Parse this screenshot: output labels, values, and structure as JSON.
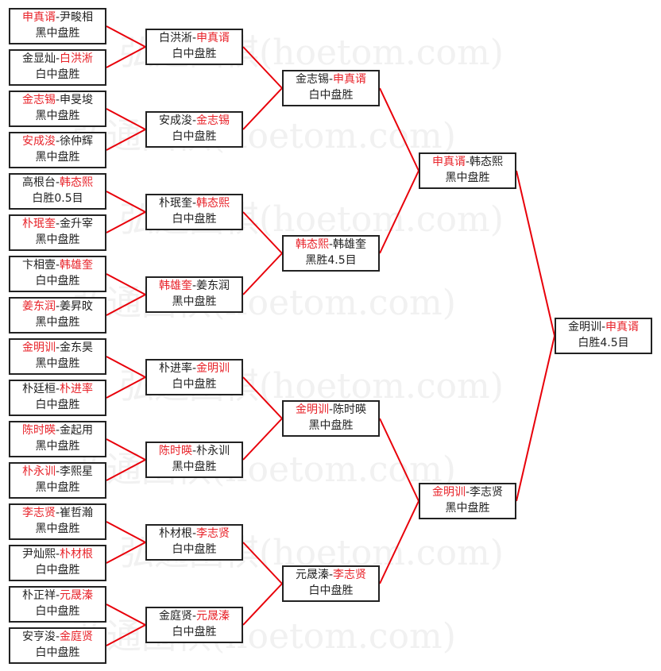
{
  "watermark": "弘通围棋(hoetom.com)",
  "colors": {
    "winner": "#e8232a",
    "line": "#e8000a",
    "border": "#222222"
  },
  "separator": "-",
  "rounds": [
    [
      {
        "p1": "申真谞",
        "p2": "尹畯相",
        "winner": 0,
        "result": "黑中盘胜"
      },
      {
        "p1": "金显灿",
        "p2": "白洪淅",
        "winner": 1,
        "result": "白中盘胜"
      },
      {
        "p1": "金志锡",
        "p2": "申旻埈",
        "winner": 0,
        "result": "黑中盘胜"
      },
      {
        "p1": "安成浚",
        "p2": "徐仲辉",
        "winner": 0,
        "result": "黑中盘胜"
      },
      {
        "p1": "高根台",
        "p2": "韩态熙",
        "winner": 1,
        "result": "白胜0.5目"
      },
      {
        "p1": "朴珉奎",
        "p2": "金升宰",
        "winner": 0,
        "result": "黑中盘胜"
      },
      {
        "p1": "卞相壹",
        "p2": "韩雄奎",
        "winner": 1,
        "result": "白中盘胜"
      },
      {
        "p1": "姜东润",
        "p2": "姜昇旼",
        "winner": 0,
        "result": "黑中盘胜"
      },
      {
        "p1": "金明训",
        "p2": "金东昊",
        "winner": 0,
        "result": "黑中盘胜"
      },
      {
        "p1": "朴廷桓",
        "p2": "朴进率",
        "winner": 1,
        "result": "白中盘胜"
      },
      {
        "p1": "陈时暎",
        "p2": "金起用",
        "winner": 0,
        "result": "黑中盘胜"
      },
      {
        "p1": "朴永训",
        "p2": "李熙星",
        "winner": 0,
        "result": "黑中盘胜"
      },
      {
        "p1": "李志贤",
        "p2": "崔哲瀚",
        "winner": 0,
        "result": "黑中盘胜"
      },
      {
        "p1": "尹灿熙",
        "p2": "朴材根",
        "winner": 1,
        "result": "白中盘胜"
      },
      {
        "p1": "朴正祥",
        "p2": "元晟溱",
        "winner": 1,
        "result": "白中盘胜"
      },
      {
        "p1": "安亨浚",
        "p2": "金庭贤",
        "winner": 1,
        "result": "白中盘胜"
      }
    ],
    [
      {
        "p1": "白洪淅",
        "p2": "申真谞",
        "winner": 1,
        "result": "白中盘胜"
      },
      {
        "p1": "安成浚",
        "p2": "金志锡",
        "winner": 1,
        "result": "白中盘胜"
      },
      {
        "p1": "朴珉奎",
        "p2": "韩态熙",
        "winner": 1,
        "result": "白中盘胜"
      },
      {
        "p1": "韩雄奎",
        "p2": "姜东润",
        "winner": 0,
        "result": "黑中盘胜"
      },
      {
        "p1": "朴进率",
        "p2": "金明训",
        "winner": 1,
        "result": "白中盘胜"
      },
      {
        "p1": "陈时暎",
        "p2": "朴永训",
        "winner": 0,
        "result": "黑中盘胜"
      },
      {
        "p1": "朴材根",
        "p2": "李志贤",
        "winner": 1,
        "result": "白中盘胜"
      },
      {
        "p1": "金庭贤",
        "p2": "元晟溱",
        "winner": 1,
        "result": "白中盘胜"
      }
    ],
    [
      {
        "p1": "金志锡",
        "p2": "申真谞",
        "winner": 1,
        "result": "白中盘胜"
      },
      {
        "p1": "韩态熙",
        "p2": "韩雄奎",
        "winner": 0,
        "result": "黑胜4.5目"
      },
      {
        "p1": "金明训",
        "p2": "陈时暎",
        "winner": 0,
        "result": "黑中盘胜"
      },
      {
        "p1": "元晟溱",
        "p2": "李志贤",
        "winner": 1,
        "result": "白中盘胜"
      }
    ],
    [
      {
        "p1": "申真谞",
        "p2": "韩态熙",
        "winner": 0,
        "result": "黑中盘胜"
      },
      {
        "p1": "金明训",
        "p2": "李志贤",
        "winner": 0,
        "result": "黑中盘胜"
      }
    ],
    [
      {
        "p1": "金明训",
        "p2": "申真谞",
        "winner": 1,
        "result": "白胜4.5目"
      }
    ]
  ]
}
